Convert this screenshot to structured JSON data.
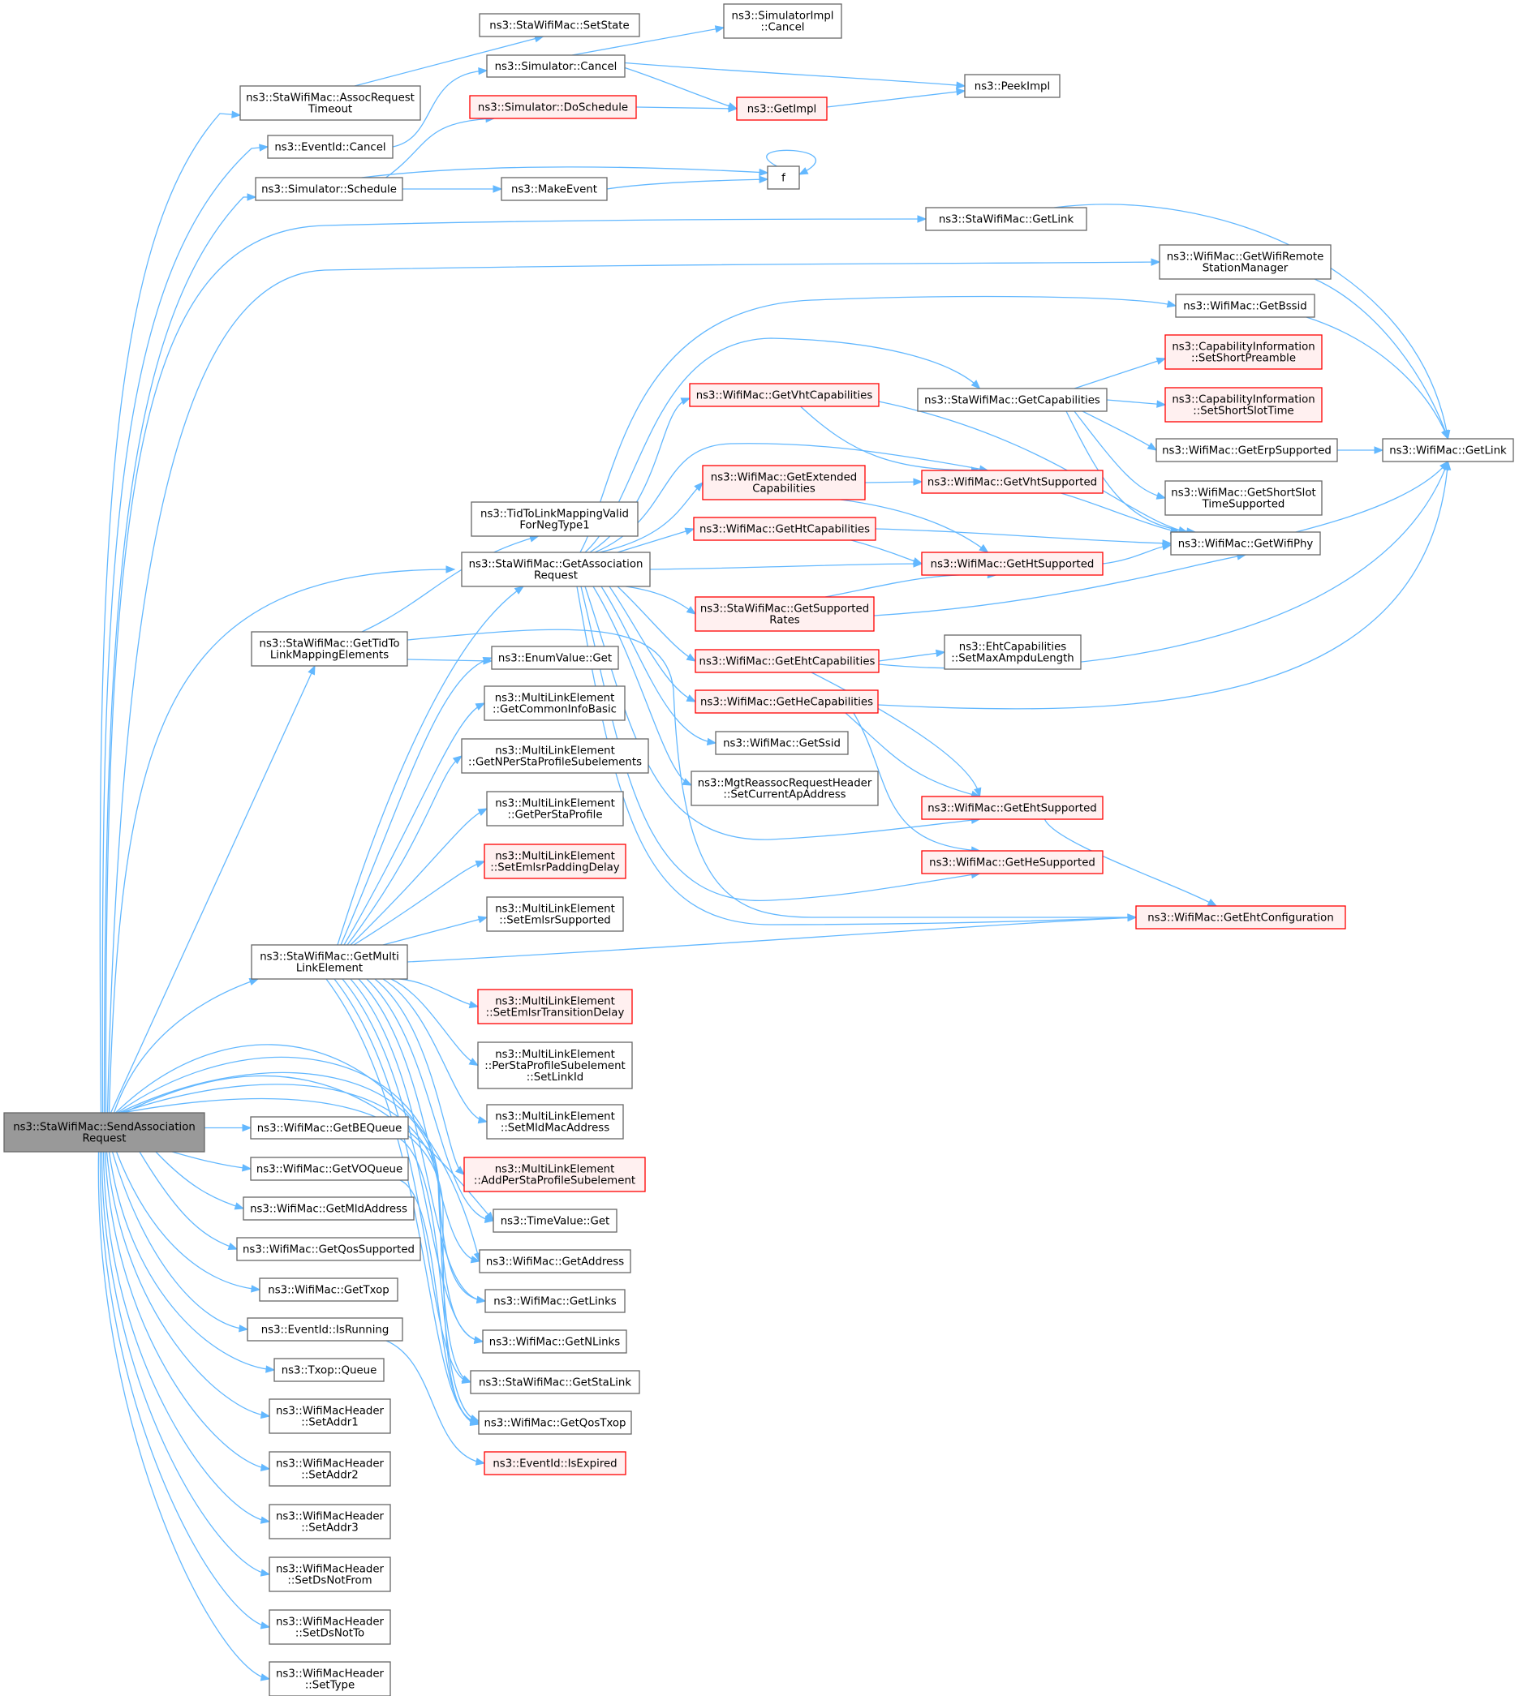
{
  "nodes": {
    "root": {
      "lines": [
        "ns3::StaWifiMac::SendAssociation",
        "Request"
      ]
    },
    "setState": {
      "lines": [
        "ns3::StaWifiMac::SetState"
      ]
    },
    "simImplCancel": {
      "lines": [
        "ns3::SimulatorImpl",
        "::Cancel"
      ]
    },
    "assocTimeout": {
      "lines": [
        "ns3::StaWifiMac::AssocRequest",
        "Timeout"
      ]
    },
    "simCancel": {
      "lines": [
        "ns3::Simulator::Cancel"
      ]
    },
    "peekImpl": {
      "lines": [
        "ns3::PeekImpl"
      ]
    },
    "eventCancel": {
      "lines": [
        "ns3::EventId::Cancel"
      ]
    },
    "doSchedule": {
      "lines": [
        "ns3::Simulator::DoSchedule"
      ]
    },
    "getImpl": {
      "lines": [
        "ns3::GetImpl"
      ]
    },
    "f": {
      "lines": [
        "f"
      ]
    },
    "schedule": {
      "lines": [
        "ns3::Simulator::Schedule"
      ]
    },
    "makeEvent": {
      "lines": [
        "ns3::MakeEvent"
      ]
    },
    "staGetLink": {
      "lines": [
        "ns3::StaWifiMac::GetLink"
      ]
    },
    "getRSM": {
      "lines": [
        "ns3::WifiMac::GetWifiRemote",
        "StationManager"
      ]
    },
    "getBssid": {
      "lines": [
        "ns3::WifiMac::GetBssid"
      ]
    },
    "capSetShortPreamble": {
      "lines": [
        "ns3::CapabilityInformation",
        "::SetShortPreamble"
      ]
    },
    "getVhtCap": {
      "lines": [
        "ns3::WifiMac::GetVhtCapabilities"
      ]
    },
    "getCapabilities": {
      "lines": [
        "ns3::StaWifiMac::GetCapabilities"
      ]
    },
    "capSetShortSlot": {
      "lines": [
        "ns3::CapabilityInformation",
        "::SetShortSlotTime"
      ]
    },
    "getErp": {
      "lines": [
        "ns3::WifiMac::GetErpSupported"
      ]
    },
    "wifiGetLink": {
      "lines": [
        "ns3::WifiMac::GetLink"
      ]
    },
    "getExtCap": {
      "lines": [
        "ns3::WifiMac::GetExtended",
        "Capabilities"
      ]
    },
    "getVhtSupp": {
      "lines": [
        "ns3::WifiMac::GetVhtSupported"
      ]
    },
    "getShortSlot": {
      "lines": [
        "ns3::WifiMac::GetShortSlot",
        "TimeSupported"
      ]
    },
    "tidValid": {
      "lines": [
        "ns3::TidToLinkMappingValid",
        "ForNegType1"
      ]
    },
    "getHtCap": {
      "lines": [
        "ns3::WifiMac::GetHtCapabilities"
      ]
    },
    "getWifiPhy": {
      "lines": [
        "ns3::WifiMac::GetWifiPhy"
      ]
    },
    "getAssocReq": {
      "lines": [
        "ns3::StaWifiMac::GetAssociation",
        "Request"
      ]
    },
    "getHtSupp": {
      "lines": [
        "ns3::WifiMac::GetHtSupported"
      ]
    },
    "getSuppRates": {
      "lines": [
        "ns3::StaWifiMac::GetSupported",
        "Rates"
      ]
    },
    "getTidTo": {
      "lines": [
        "ns3::StaWifiMac::GetTidTo",
        "LinkMappingElements"
      ]
    },
    "enumGet": {
      "lines": [
        "ns3::EnumValue::Get"
      ]
    },
    "getEhtCap": {
      "lines": [
        "ns3::WifiMac::GetEhtCapabilities"
      ]
    },
    "ehtSetMaxAmpdu": {
      "lines": [
        "ns3::EhtCapabilities",
        "::SetMaxAmpduLength"
      ]
    },
    "mleCommon": {
      "lines": [
        "ns3::MultiLinkElement",
        "::GetCommonInfoBasic"
      ]
    },
    "getHeCap": {
      "lines": [
        "ns3::WifiMac::GetHeCapabilities"
      ]
    },
    "getSsid": {
      "lines": [
        "ns3::WifiMac::GetSsid"
      ]
    },
    "mleNPer": {
      "lines": [
        "ns3::MultiLinkElement",
        "::GetNPerStaProfileSubelements"
      ]
    },
    "mgtReassoc": {
      "lines": [
        "ns3::MgtReassocRequestHeader",
        "::SetCurrentApAddress"
      ]
    },
    "mlePerSta": {
      "lines": [
        "ns3::MultiLinkElement",
        "::GetPerStaProfile"
      ]
    },
    "getEhtSupp": {
      "lines": [
        "ns3::WifiMac::GetEhtSupported"
      ]
    },
    "mleEmlsrPad": {
      "lines": [
        "ns3::MultiLinkElement",
        "::SetEmlsrPaddingDelay"
      ]
    },
    "getHeSupp": {
      "lines": [
        "ns3::WifiMac::GetHeSupported"
      ]
    },
    "mleEmlsrSupp": {
      "lines": [
        "ns3::MultiLinkElement",
        "::SetEmlsrSupported"
      ]
    },
    "getEhtConf": {
      "lines": [
        "ns3::WifiMac::GetEhtConfiguration"
      ]
    },
    "getMultiLink": {
      "lines": [
        "ns3::StaWifiMac::GetMulti",
        "LinkElement"
      ]
    },
    "mleEmlsrTrans": {
      "lines": [
        "ns3::MultiLinkElement",
        "::SetEmlsrTransitionDelay"
      ]
    },
    "mleSetLinkId": {
      "lines": [
        "ns3::MultiLinkElement",
        "::PerStaProfileSubelement",
        "::SetLinkId"
      ]
    },
    "mleSetMld": {
      "lines": [
        "ns3::MultiLinkElement",
        "::SetMldMacAddress"
      ]
    },
    "getBEQueue": {
      "lines": [
        "ns3::WifiMac::GetBEQueue"
      ]
    },
    "mleAddPer": {
      "lines": [
        "ns3::MultiLinkElement",
        "::AddPerStaProfileSubelement"
      ]
    },
    "getVOQueue": {
      "lines": [
        "ns3::WifiMac::GetVOQueue"
      ]
    },
    "getMldAddr": {
      "lines": [
        "ns3::WifiMac::GetMldAddress"
      ]
    },
    "timeGet": {
      "lines": [
        "ns3::TimeValue::Get"
      ]
    },
    "getQosSupp": {
      "lines": [
        "ns3::WifiMac::GetQosSupported"
      ]
    },
    "getAddress": {
      "lines": [
        "ns3::WifiMac::GetAddress"
      ]
    },
    "getTxop": {
      "lines": [
        "ns3::WifiMac::GetTxop"
      ]
    },
    "getLinks": {
      "lines": [
        "ns3::WifiMac::GetLinks"
      ]
    },
    "isRunning": {
      "lines": [
        "ns3::EventId::IsRunning"
      ]
    },
    "getNLinks": {
      "lines": [
        "ns3::WifiMac::GetNLinks"
      ]
    },
    "txopQueue": {
      "lines": [
        "ns3::Txop::Queue"
      ]
    },
    "getStaLink": {
      "lines": [
        "ns3::StaWifiMac::GetStaLink"
      ]
    },
    "setAddr1": {
      "lines": [
        "ns3::WifiMacHeader",
        "::SetAddr1"
      ]
    },
    "getQosTxop": {
      "lines": [
        "ns3::WifiMac::GetQosTxop"
      ]
    },
    "isExpired": {
      "lines": [
        "ns3::EventId::IsExpired"
      ]
    },
    "setAddr2": {
      "lines": [
        "ns3::WifiMacHeader",
        "::SetAddr2"
      ]
    },
    "setAddr3": {
      "lines": [
        "ns3::WifiMacHeader",
        "::SetAddr3"
      ]
    },
    "setDsNotFrom": {
      "lines": [
        "ns3::WifiMacHeader",
        "::SetDsNotFrom"
      ]
    },
    "setDsNotTo": {
      "lines": [
        "ns3::WifiMacHeader",
        "::SetDsNotTo"
      ]
    },
    "setType": {
      "lines": [
        "ns3::WifiMacHeader",
        "::SetType"
      ]
    }
  },
  "legend_colors": {
    "edge": "#63b8ff",
    "root_fill": "#999999",
    "incomplete_border": "#ff0000"
  }
}
